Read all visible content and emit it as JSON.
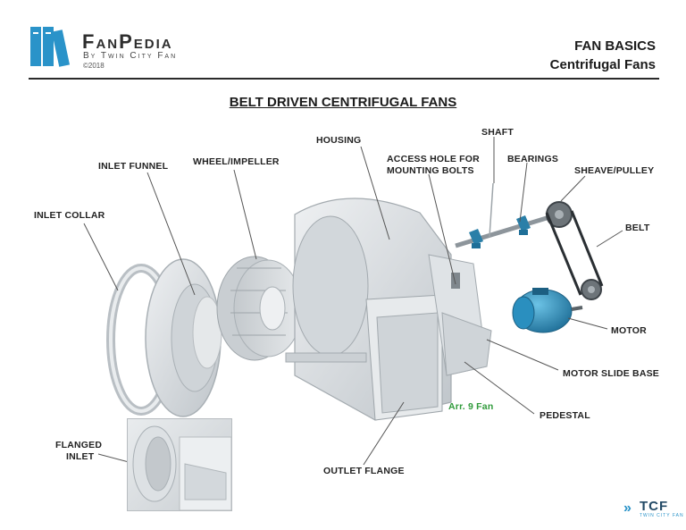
{
  "brand": {
    "name": "FanPedia",
    "tagline": "By Twin City Fan",
    "copyright": "©2018"
  },
  "header": {
    "line1": "FAN BASICS",
    "line2": "Centrifugal Fans"
  },
  "diagram": {
    "title": "BELT DRIVEN CENTRIFUGAL FANS",
    "labels": {
      "housing": "HOUSING",
      "shaft": "SHAFT",
      "inlet_funnel": "INLET FUNNEL",
      "wheel_impeller": "WHEEL/IMPELLER",
      "access_hole_1": "ACCESS HOLE FOR",
      "access_hole_2": "MOUNTING BOLTS",
      "bearings": "BEARINGS",
      "sheave_pulley": "SHEAVE/PULLEY",
      "inlet_collar": "INLET COLLAR",
      "belt": "BELT",
      "motor": "MOTOR",
      "motor_slide_base": "MOTOR SLIDE BASE",
      "arrangement": "Arr. 9 Fan",
      "pedestal": "PEDESTAL",
      "flanged_inlet_1": "FLANGED",
      "flanged_inlet_2": "INLET",
      "outlet_flange": "OUTLET FLANGE"
    },
    "colors": {
      "metal": "#d8dcdf",
      "metal_dark": "#a9b0b5",
      "motor": "#2a8fbf",
      "label_green": "#2f9a3a"
    }
  },
  "footer": {
    "logo_text": "TCF",
    "logo_sub": "TWIN CITY FAN"
  }
}
